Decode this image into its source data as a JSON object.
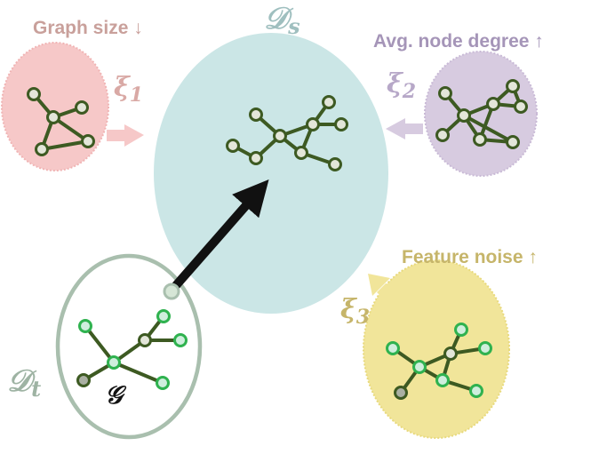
{
  "labels": {
    "graph_size": "Graph size ↓",
    "avg_node_degree": "Avg. node degree ↑",
    "feature_noise": "Feature noise ↑",
    "source_domain": "𝒟",
    "source_domain_sub": "s",
    "target_domain": "𝒟",
    "target_domain_sub": "t",
    "graph": "𝒢",
    "xi1": "ξ",
    "xi1_sub": "1",
    "xi2": "ξ",
    "xi2_sub": "2",
    "xi3": "ξ",
    "xi3_sub": "3"
  },
  "colors": {
    "source_fill": "#cbe6e6",
    "graph_size_fill": "#f6c8c8",
    "graph_size_text": "#c9a09b",
    "degree_fill": "#d7cbe0",
    "degree_text": "#a595b8",
    "noise_fill": "#f1e59a",
    "noise_text": "#c6b56a",
    "target_stroke": "#a9bfae",
    "target_text": "#9eb3a3",
    "edge": "#3d5a22",
    "main_arrow": "#111111"
  }
}
